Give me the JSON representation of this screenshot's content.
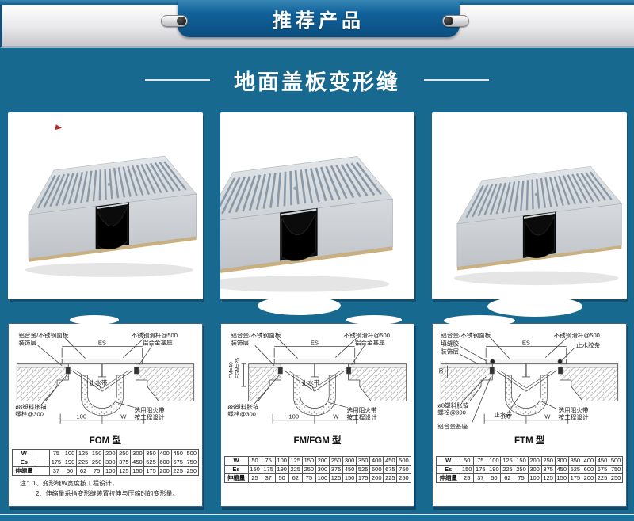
{
  "colors": {
    "page_bg": "#17698f",
    "tab_blue": "#0d5587",
    "panel_white": "#ffffff"
  },
  "banner": {
    "title": "推荐产品"
  },
  "section": {
    "title": "地面盖板变形缝"
  },
  "diagrams": [
    {
      "title": "FOM 型",
      "labels": {
        "panel": "铝合金/不锈钢面板",
        "finish": "装饰层",
        "es": "ES",
        "rod": "不锈钢滑杆@500",
        "base": "铝合金基座",
        "waterstop": "止水带",
        "anchor_line1": "ø8塑料胀锚",
        "anchor_line2": "螺栓@300",
        "fire_line1": "选用阻火带",
        "fire_line2": "按工程设计",
        "dim_left": "100",
        "dim_right": "W"
      },
      "table": {
        "rows": [
          [
            "W",
            "",
            "75",
            "100",
            "125",
            "150",
            "200",
            "250",
            "300",
            "350",
            "400",
            "450",
            "500"
          ],
          [
            "Es",
            "",
            "175",
            "190",
            "225",
            "250",
            "300",
            "375",
            "450",
            "525",
            "600",
            "675",
            "750"
          ],
          [
            "伸缩量",
            "",
            "37",
            "50",
            "62",
            "75",
            "100",
            "125",
            "150",
            "175",
            "200",
            "225",
            "250"
          ]
        ]
      },
      "notes": [
        "注：1、变形缝W宽度按工程设计，",
        "2、伸缩量系指变形缝装置拉伸与压缩时的变形量。"
      ]
    },
    {
      "title": "FM/FGM 型",
      "labels": {
        "panel": "铝合金/不锈钢面板",
        "finish": "装饰层",
        "es": "ES",
        "rod": "不锈钢滑杆@500",
        "base": "铝合金基座",
        "waterstop": "止水带",
        "fm": "FM=40",
        "fgm": "FGM=25",
        "anchor_line1": "ø8塑料胀锚",
        "anchor_line2": "螺栓@300",
        "fire_line1": "选用阻火带",
        "fire_line2": "按工程设计",
        "dim_left": "100",
        "dim_right": "W"
      },
      "table": {
        "rows": [
          [
            "W",
            "50",
            "75",
            "100",
            "125",
            "150",
            "200",
            "250",
            "300",
            "350",
            "400",
            "450",
            "500"
          ],
          [
            "Es",
            "150",
            "175",
            "190",
            "225",
            "250",
            "300",
            "375",
            "450",
            "525",
            "600",
            "675",
            "750"
          ],
          [
            "伸缩量",
            "25",
            "37",
            "50",
            "62",
            "75",
            "100",
            "125",
            "150",
            "175",
            "200",
            "225",
            "250"
          ]
        ]
      }
    },
    {
      "title": "FTM 型",
      "labels": {
        "panel": "铝合金/不锈钢面板",
        "caulk": "填缝胶",
        "finish": "装饰层",
        "es": "ES",
        "rod": "不锈钢滑杆@500",
        "seal": "止水胶条",
        "dim20": "20",
        "anchor_line1": "ø8塑料胀锚",
        "anchor_line2": "螺栓@300",
        "base": "铝合金基座",
        "waterstop": "止水带",
        "fire_line1": "选用阻火带",
        "fire_line2": "按工程设计",
        "dim_left": "100",
        "dim_right": "W"
      },
      "table": {
        "rows": [
          [
            "W",
            "50",
            "75",
            "100",
            "125",
            "150",
            "200",
            "250",
            "300",
            "350",
            "400",
            "450",
            "500"
          ],
          [
            "Es",
            "150",
            "175",
            "190",
            "225",
            "250",
            "300",
            "375",
            "450",
            "525",
            "600",
            "675",
            "750"
          ],
          [
            "伸缩量",
            "25",
            "37",
            "50",
            "62",
            "75",
            "100",
            "125",
            "150",
            "175",
            "200",
            "225",
            "250"
          ]
        ]
      }
    }
  ]
}
